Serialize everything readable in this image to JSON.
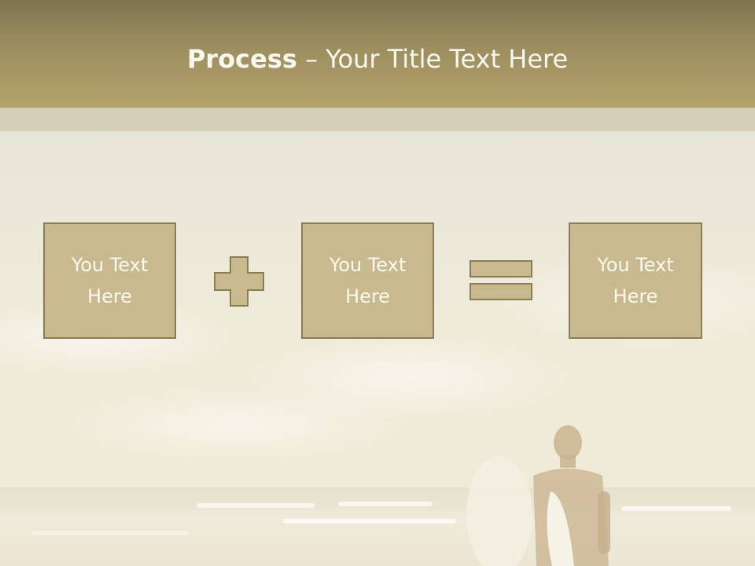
{
  "slide": {
    "title_bold": "Process",
    "title_rest": " – Your Title Text Here"
  },
  "process": {
    "boxes": [
      {
        "line1": "You Text",
        "line2": "Here"
      },
      {
        "line1": "You Text",
        "line2": "Here"
      },
      {
        "line1": "You Text",
        "line2": "Here"
      }
    ],
    "operators": [
      "plus-icon",
      "equals-icon"
    ]
  },
  "colors": {
    "header": "#b5a36d",
    "box_fill": "#c8b98e",
    "box_border": "#8a7c57",
    "text": "#fbf8ef"
  }
}
